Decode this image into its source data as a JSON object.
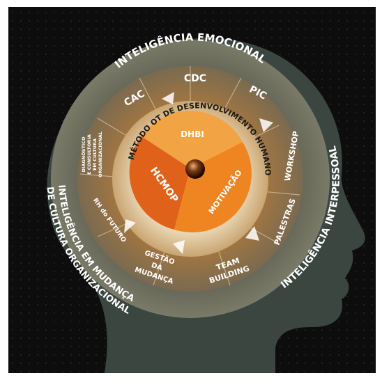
{
  "outer_ring": {
    "top": "INTELIGÊNCIA EMOCIONAL",
    "right": "INTELIGÊNCIA INTERPESSOAL",
    "left_line1": "INTELIGÊNCIA EM MUDANÇA",
    "left_line2": "DE CULTURA ORGANIZACIONAL"
  },
  "segments": {
    "cac": "CAC",
    "cdc": "CDC",
    "pic": "PIC",
    "workshop": "WORKSHOP",
    "palestras": "PALESTRAS",
    "team_line1": "TEAM",
    "team_line2": "BUILDING",
    "gestao_line1": "GESTÃO",
    "gestao_line2": "DA",
    "gestao_line3": "MUDANÇA",
    "rh": "RH do FUTURO",
    "diag_line1": "DIAGNÓSTICO",
    "diag_line2": "E CONSULTORIA",
    "diag_line3": "EM CULTURA",
    "diag_line4": "ORGANIZACIONAL"
  },
  "method_ring": "MÉTODO OT DE DESENVOLVIMENTO HUMANO",
  "core": {
    "dhbi": "DHBI",
    "hcmop": "HCMOP",
    "motivacao": "MOTIVAÇÃO"
  },
  "colors": {
    "background": "#0d0d0d",
    "head": "#3e4a44",
    "ring_outer": "#6a6c5c",
    "segment_ring": "#8a7a5c",
    "dhbi": "#f2a444",
    "hcmop": "#e0621a",
    "motivacao": "#ee8520",
    "text": "#ffffff"
  }
}
